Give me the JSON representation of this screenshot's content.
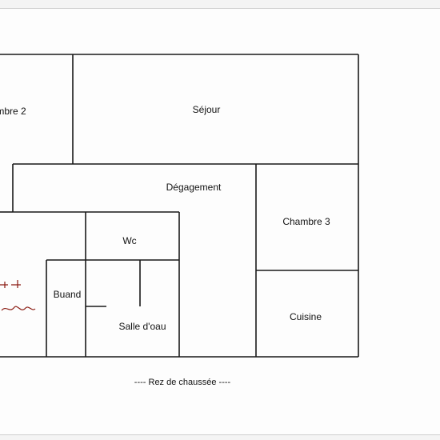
{
  "plan": {
    "rooms": {
      "chambre2": "mbre 2",
      "sejour": "Séjour",
      "degagement": "Dégagement",
      "chambre3": "Chambre 3",
      "wc": "Wc",
      "buand": "Buand",
      "salle_eau": "Salle d'oau",
      "cuisine": "Cuisine"
    },
    "caption": "----  Rez de chaussée  ----"
  },
  "colors": {
    "walls": "#1a1a1a",
    "ink": "#8a1b12",
    "paper": "#fdfdfd"
  }
}
